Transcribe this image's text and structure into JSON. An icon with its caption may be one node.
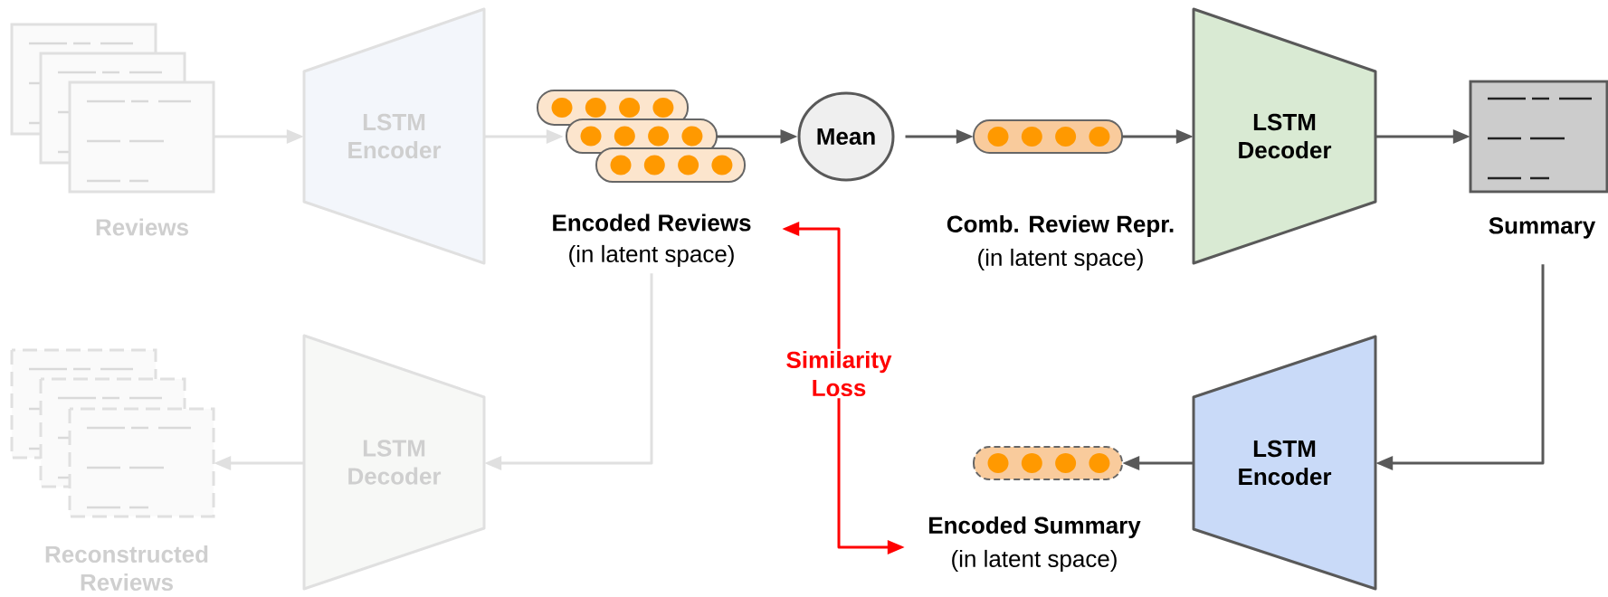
{
  "diagram": {
    "nodes": [
      {
        "text": [
          "Reviews"
        ]
      },
      {
        "text": [
          "LSTM Encoder"
        ]
      },
      {
        "text": [
          "Encoded Reviews",
          "(in latent space)"
        ]
      },
      {
        "text": [
          "Mean"
        ]
      },
      {
        "text": [
          "Comb. Review Repr.",
          "(in latent space)"
        ]
      },
      {
        "text": [
          "LSTM Decoder"
        ]
      },
      {
        "text": [
          "Summary"
        ]
      },
      {
        "text": [
          "Similarity Loss"
        ]
      },
      {
        "text": [
          "LSTM Encoder"
        ]
      },
      {
        "text": [
          "Encoded Summary",
          "(in latent space)"
        ]
      },
      {
        "text": [
          "LSTM Decoder"
        ]
      },
      {
        "text": [
          "Reconstructed Reviews"
        ]
      }
    ],
    "edges": [
      {
        "from": 0,
        "to": 1,
        "arrow": "to",
        "color": "#e0e0e0"
      },
      {
        "from": 1,
        "to": 2,
        "arrow": "to",
        "color": "#e0e0e0"
      },
      {
        "from": 2,
        "to": 3,
        "arrow": "to"
      },
      {
        "from": 3,
        "to": 4,
        "arrow": "to"
      },
      {
        "from": 4,
        "to": 5,
        "arrow": "to"
      },
      {
        "from": 5,
        "to": 6,
        "arrow": "to"
      },
      {
        "from": 6,
        "to": 8,
        "arrow": "to"
      },
      {
        "from": 8,
        "to": 9,
        "arrow": "to"
      },
      {
        "from": 2,
        "to": 10,
        "arrow": "to",
        "color": "#e0e0e0"
      },
      {
        "from": 10,
        "to": 11,
        "arrow": "to",
        "color": "#e0e0e0"
      },
      {
        "from": 7,
        "to": 2,
        "arrow": "to",
        "color": "#ff0000"
      },
      {
        "from": 7,
        "to": 9,
        "arrow": "to",
        "color": "#ff0000"
      }
    ]
  }
}
